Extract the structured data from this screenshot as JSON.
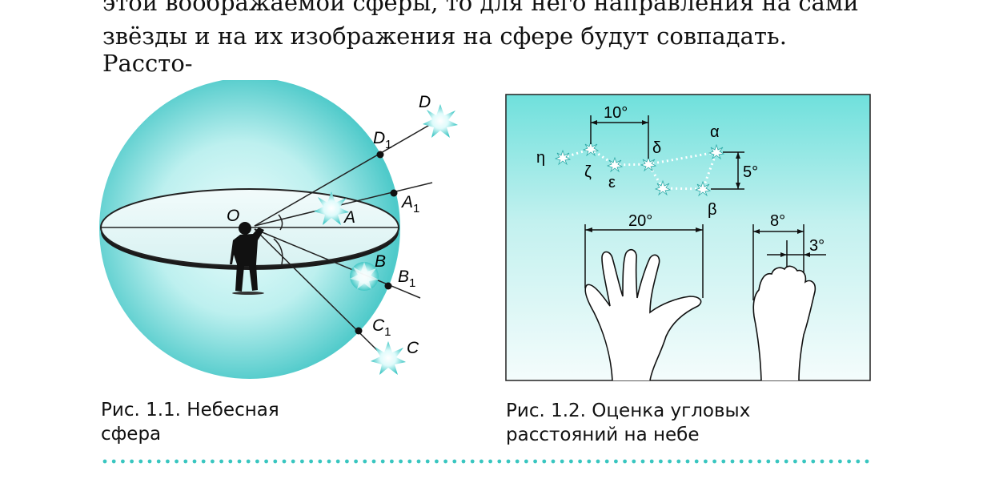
{
  "text": {
    "line1": "этой воображаемой сферы, то для него направления на сами",
    "line2": "звёзды и на их изображения на сфере будут совпадать. Рассто-"
  },
  "figure1": {
    "labels": {
      "O": "O",
      "A": "A",
      "A1": "A",
      "A1_sub": "1",
      "B": "B",
      "B1": "B",
      "B1_sub": "1",
      "C": "C",
      "C1": "C",
      "C1_sub": "1",
      "D": "D",
      "D1": "D",
      "D1_sub": "1"
    },
    "caption_line1": "Рис. 1.1. Небесная",
    "caption_line2": "сфера"
  },
  "figure2": {
    "labels": {
      "deg10": "10°",
      "deg5": "5°",
      "deg20": "20°",
      "deg8": "8°",
      "deg3": "3°",
      "alpha": "α",
      "beta": "β",
      "gamma_eta": "η",
      "delta": "δ",
      "epsilon": "ε",
      "zeta": "ζ"
    },
    "caption_line1": "Рис. 1.2. Оценка угловых",
    "caption_line2": "расстояний на небе"
  },
  "colors": {
    "accent": "#39c6c0",
    "sphere_center": "#e9fbfb",
    "sphere_edge": "#52cccc",
    "panel_top": "#76e2de",
    "panel_bottom": "#f2fcfc"
  }
}
